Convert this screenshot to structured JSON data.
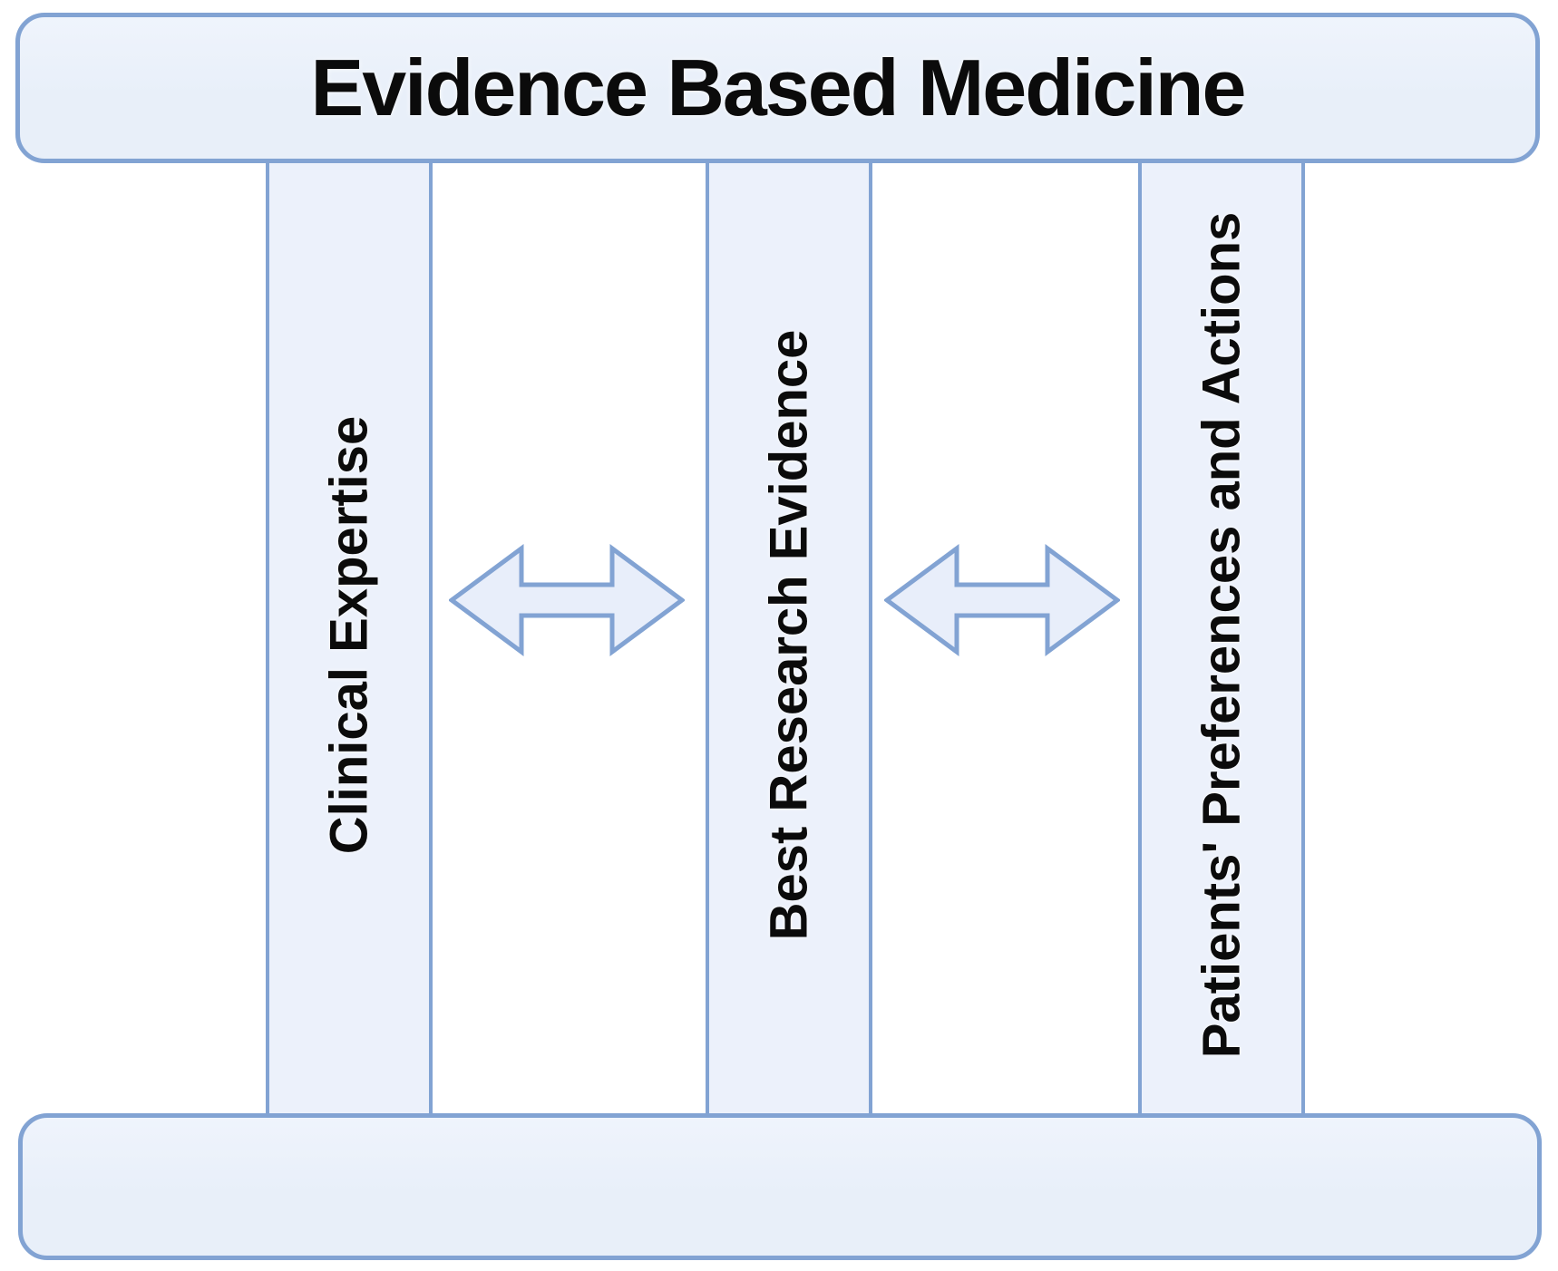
{
  "diagram": {
    "title": "Evidence Based Medicine",
    "pillars": [
      {
        "id": "clinical-expertise",
        "label": "Clinical Expertise"
      },
      {
        "id": "best-research-evidence",
        "label": "Best Research Evidence"
      },
      {
        "id": "patients-preferences-and-actions",
        "label": "Patients' Preferences and Actions"
      }
    ],
    "arrows": [
      {
        "type": "double-headed",
        "between": [
          "Clinical Expertise",
          "Best Research Evidence"
        ]
      },
      {
        "type": "double-headed",
        "between": [
          "Best Research Evidence",
          "Patients' Preferences and Actions"
        ]
      }
    ],
    "colors": {
      "bar_fill": "#e8eff9",
      "bar_fill_light": "#eff4fc",
      "pillar_fill": "#ecf1fb",
      "arrow_fill": "#e8eefa",
      "arrow_stroke": "#82a3d3",
      "border": "#82a3d3",
      "title_text": "#0b0b0b"
    }
  }
}
